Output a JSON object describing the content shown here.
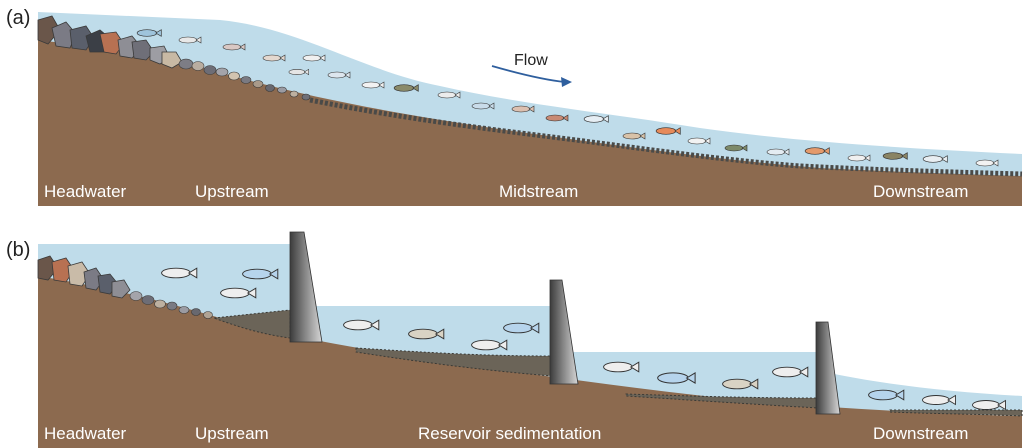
{
  "panels": [
    {
      "id": "a",
      "label": "(a)",
      "flow_label": "Flow",
      "zones": [
        "Headwater",
        "Upstream",
        "Midstream",
        "Downstream"
      ]
    },
    {
      "id": "b",
      "label": "(b)",
      "zones": [
        "Headwater",
        "Upstream",
        "Reservoir sedimentation",
        "Downstream"
      ]
    }
  ],
  "colors": {
    "water": "#bfdcea",
    "riverbed": "#8c6a4f",
    "dam": "#707070",
    "flow_arrow": "#2f5f9e",
    "label_text": "#ffffff"
  }
}
